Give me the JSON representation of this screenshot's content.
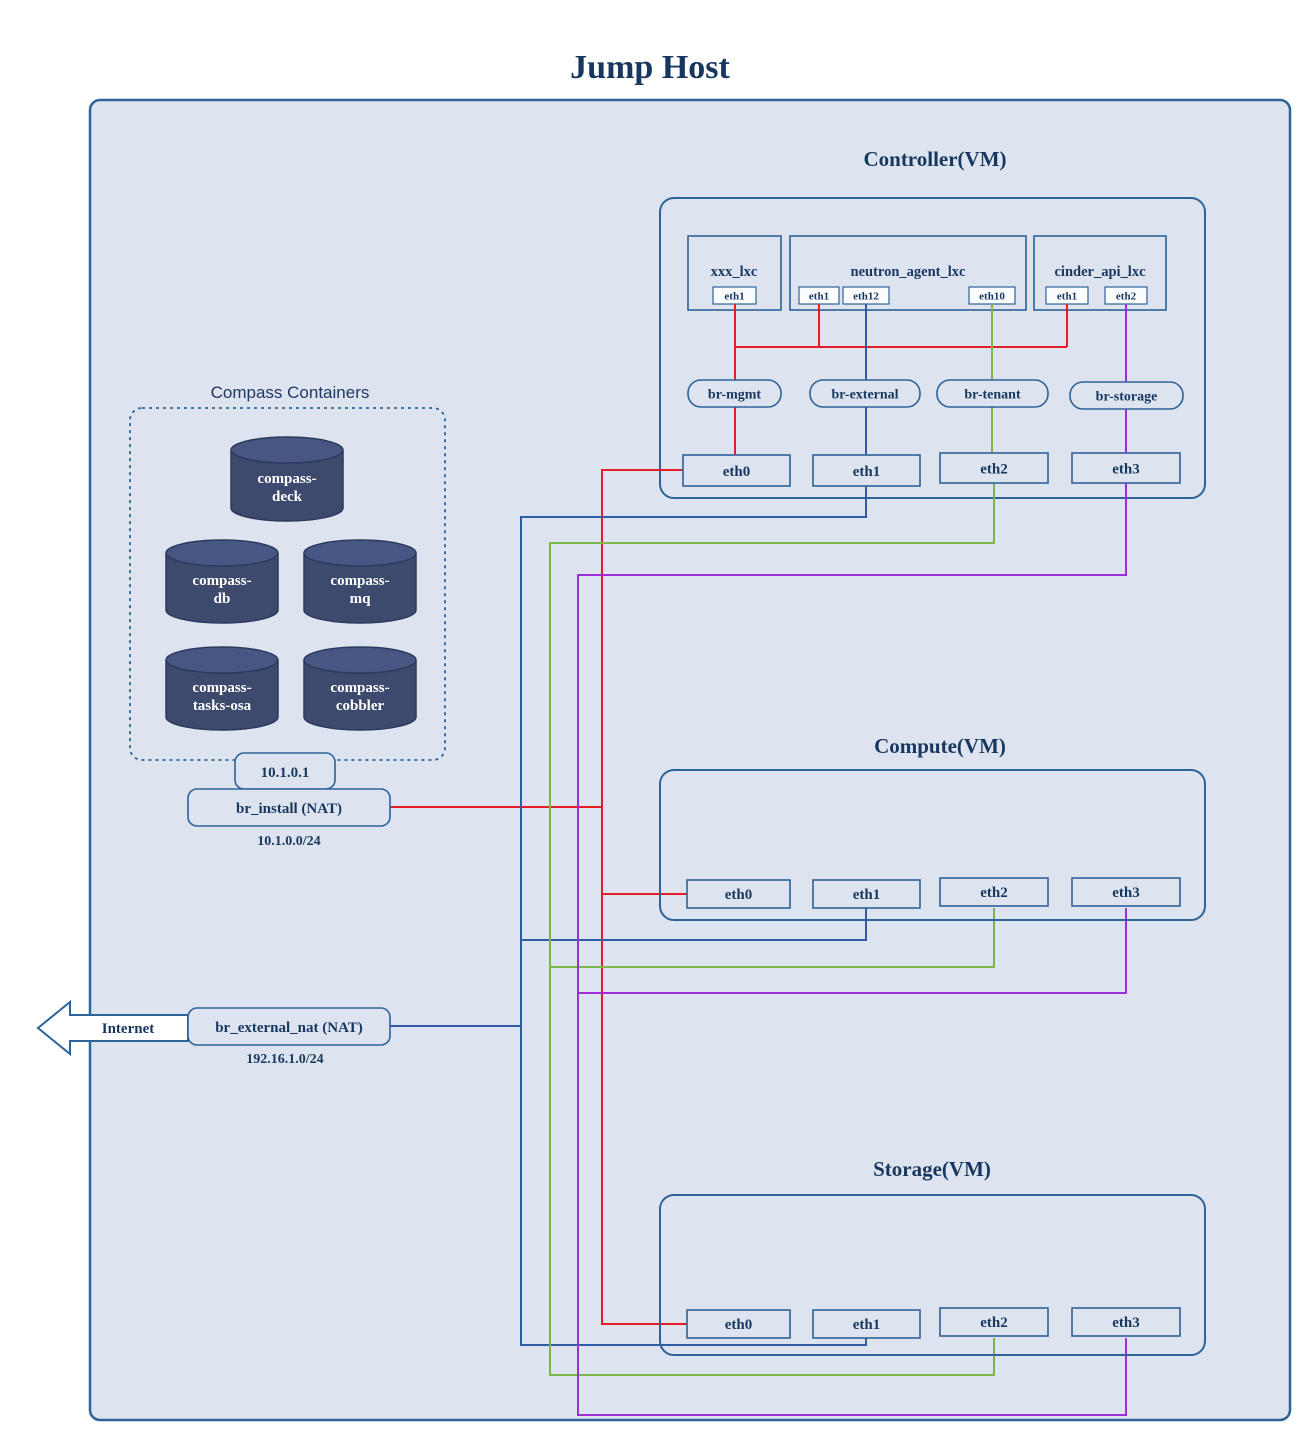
{
  "title": "Jump Host",
  "compass": {
    "label": "Compass Containers",
    "containers": [
      {
        "line1": "compass-",
        "line2": "deck"
      },
      {
        "line1": "compass-",
        "line2": "db"
      },
      {
        "line1": "compass-",
        "line2": "mq"
      },
      {
        "line1": "compass-",
        "line2": "tasks-osa"
      },
      {
        "line1": "compass-",
        "line2": "cobbler"
      }
    ]
  },
  "controller": {
    "label": "Controller(VM)",
    "lxc_boxes": [
      {
        "name": "xxx_lxc",
        "ports": [
          "eth1"
        ]
      },
      {
        "name": "neutron_agent_lxc",
        "ports": [
          "eth1",
          "eth12",
          "eth10"
        ]
      },
      {
        "name": "cinder_api_lxc",
        "ports": [
          "eth1",
          "eth2"
        ]
      }
    ],
    "bridges": [
      "br-mgmt",
      "br-external",
      "br-tenant",
      "br-storage"
    ],
    "nics": [
      "eth0",
      "eth1",
      "eth2",
      "eth3"
    ]
  },
  "compute": {
    "label": "Compute(VM)",
    "nics": [
      "eth0",
      "eth1",
      "eth2",
      "eth3"
    ]
  },
  "storage": {
    "label": "Storage(VM)",
    "nics": [
      "eth0",
      "eth1",
      "eth2",
      "eth3"
    ]
  },
  "br_install": {
    "ip": "10.1.0.1",
    "label": "br_install (NAT)",
    "subnet": "10.1.0.0/24"
  },
  "br_external": {
    "internet_label": "Internet",
    "label": "br_external_nat (NAT)",
    "subnet": "192.16.1.0/24"
  },
  "network_colors": {
    "mgmt": "#e31e24",
    "external": "#2e5ca6",
    "tenant": "#7ab648",
    "storage": "#9b2fd6"
  }
}
